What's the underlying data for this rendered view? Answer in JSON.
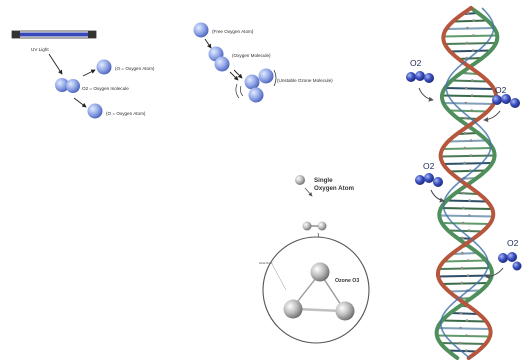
{
  "uv_panel": {
    "uv_label": "UV Light",
    "oxygen_atom_label_top": "(O = Oxygen Atom)",
    "oxygen_molecule_label": "O2 = Oxygen molecule",
    "oxygen_atom_label_bottom": "(O = Oxygen Atom)"
  },
  "ozone_panel": {
    "free_atom_label": "(Free Oxygen Atom)",
    "oxygen_molecule_label": "(Oxygen Molecule)",
    "unstable_label": "(Unstable Ozone Molecule)"
  },
  "circle_panel": {
    "single_atom_label_line1": "Single",
    "single_atom_label_line2": "Oxygen Atom",
    "weak_bond_label": "Weak Bond",
    "ozone_label": "Ozone O3"
  },
  "dna_panel": {
    "o2_labels": [
      "O2",
      "O2",
      "O2",
      "O2"
    ]
  },
  "colors": {
    "atom_blue": "#8fa6e6",
    "atom_dark": "#2d3f9e",
    "uv_bar": "#3548b5",
    "grey_atom": "#a9a9a9",
    "dna_green": "#4f8f5c",
    "dna_red": "#b5563d",
    "dna_blue": "#3f6fa8"
  }
}
